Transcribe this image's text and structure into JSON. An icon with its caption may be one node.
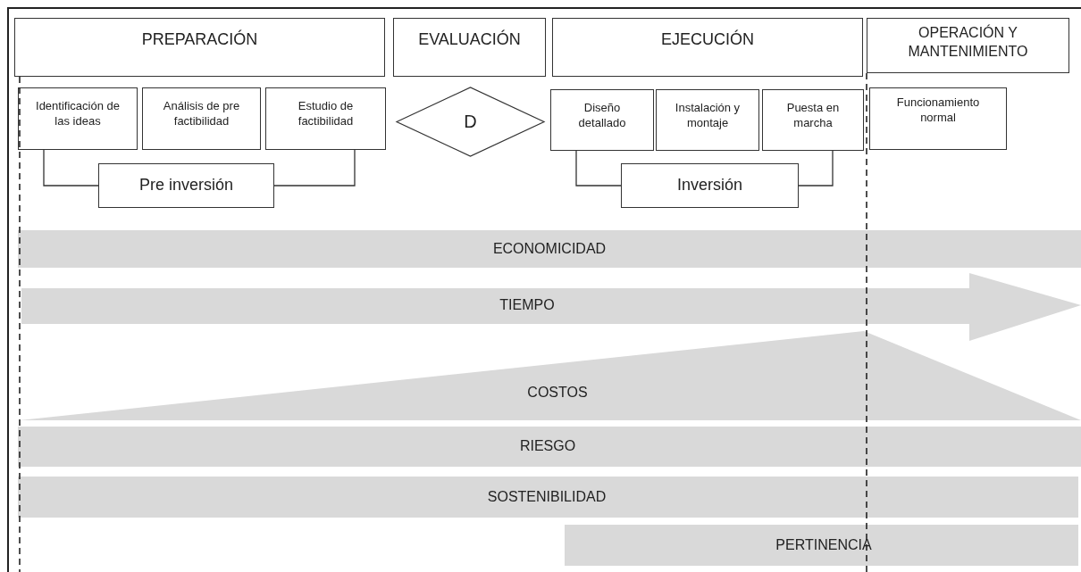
{
  "diagram": {
    "nodes": [
      {
        "text": [
          "PREPARACIÓN"
        ]
      },
      {
        "text": [
          "EVALUACIÓN"
        ]
      },
      {
        "text": [
          "EJECUCIÓN"
        ]
      },
      {
        "text": [
          "OPERACIÓN Y MANTENIMIENTO"
        ]
      },
      {
        "text": [
          "Identificación de las ideas"
        ]
      },
      {
        "text": [
          "Análisis de pre factibilidad"
        ]
      },
      {
        "text": [
          "Estudio de factibilidad"
        ]
      },
      {
        "text": [
          "D"
        ]
      },
      {
        "text": [
          "Diseño detallado"
        ]
      },
      {
        "text": [
          "Instalación y montaje"
        ]
      },
      {
        "text": [
          "Puesta en marcha"
        ]
      },
      {
        "text": [
          "Funcionamiento normal"
        ]
      },
      {
        "text": [
          "Pre inversión"
        ]
      },
      {
        "text": [
          "Inversión"
        ]
      },
      {
        "text": [
          "ECONOMICIDAD"
        ]
      },
      {
        "text": [
          "TIEMPO"
        ]
      },
      {
        "text": [
          "COSTOS"
        ]
      },
      {
        "text": [
          "RIESGO"
        ]
      },
      {
        "text": [
          "SOSTENIBILIDAD"
        ]
      },
      {
        "text": [
          "PERTINENCIA"
        ]
      }
    ],
    "edges": [
      {
        "from": 4,
        "to": 12,
        "arrow": "none"
      },
      {
        "from": 6,
        "to": 12,
        "arrow": "none"
      },
      {
        "from": 8,
        "to": 13,
        "arrow": "none"
      },
      {
        "from": 10,
        "to": 13,
        "arrow": "none"
      }
    ]
  }
}
